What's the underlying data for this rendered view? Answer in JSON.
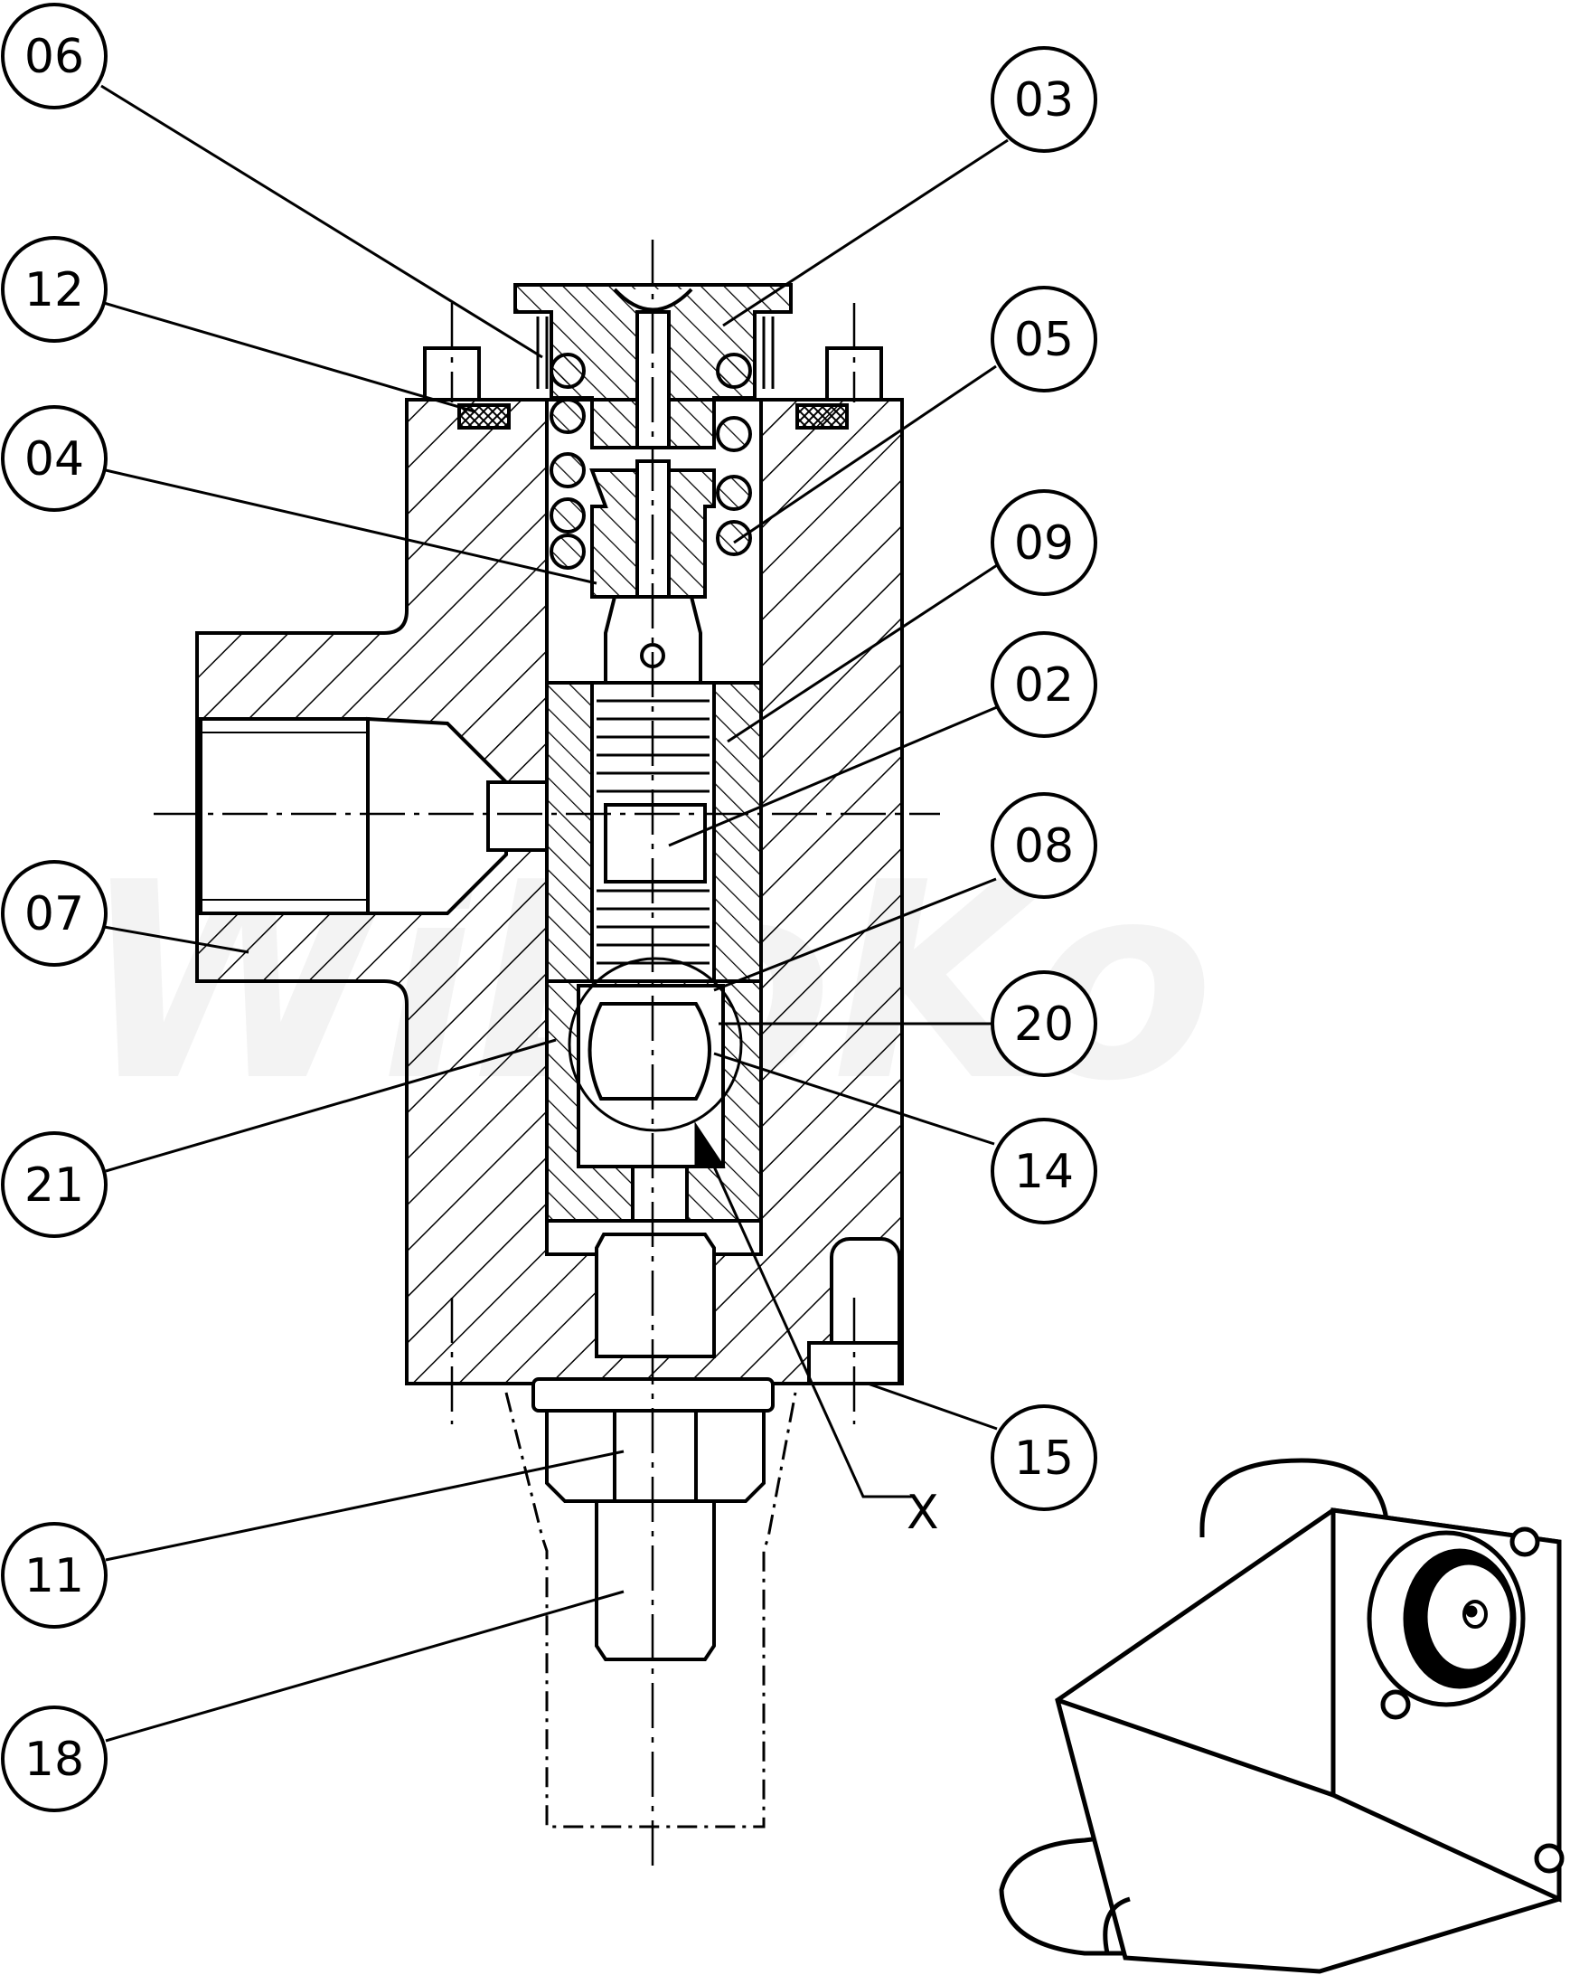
{
  "drawing": {
    "watermark": "WiLoKo",
    "callouts": [
      {
        "id": "c06",
        "label": "06"
      },
      {
        "id": "c03",
        "label": "03"
      },
      {
        "id": "c12",
        "label": "12"
      },
      {
        "id": "c05",
        "label": "05"
      },
      {
        "id": "c04",
        "label": "04"
      },
      {
        "id": "c09",
        "label": "09"
      },
      {
        "id": "c02",
        "label": "02"
      },
      {
        "id": "c08",
        "label": "08"
      },
      {
        "id": "c07",
        "label": "07"
      },
      {
        "id": "c20",
        "label": "20"
      },
      {
        "id": "c21",
        "label": "21"
      },
      {
        "id": "c14",
        "label": "14"
      },
      {
        "id": "c15",
        "label": "15"
      },
      {
        "id": "c11",
        "label": "11"
      },
      {
        "id": "c18",
        "label": "18"
      }
    ],
    "detail_marker": "X"
  },
  "colors": {
    "line": "#000000",
    "background": "#ffffff",
    "watermark": "#f2f2f2"
  }
}
